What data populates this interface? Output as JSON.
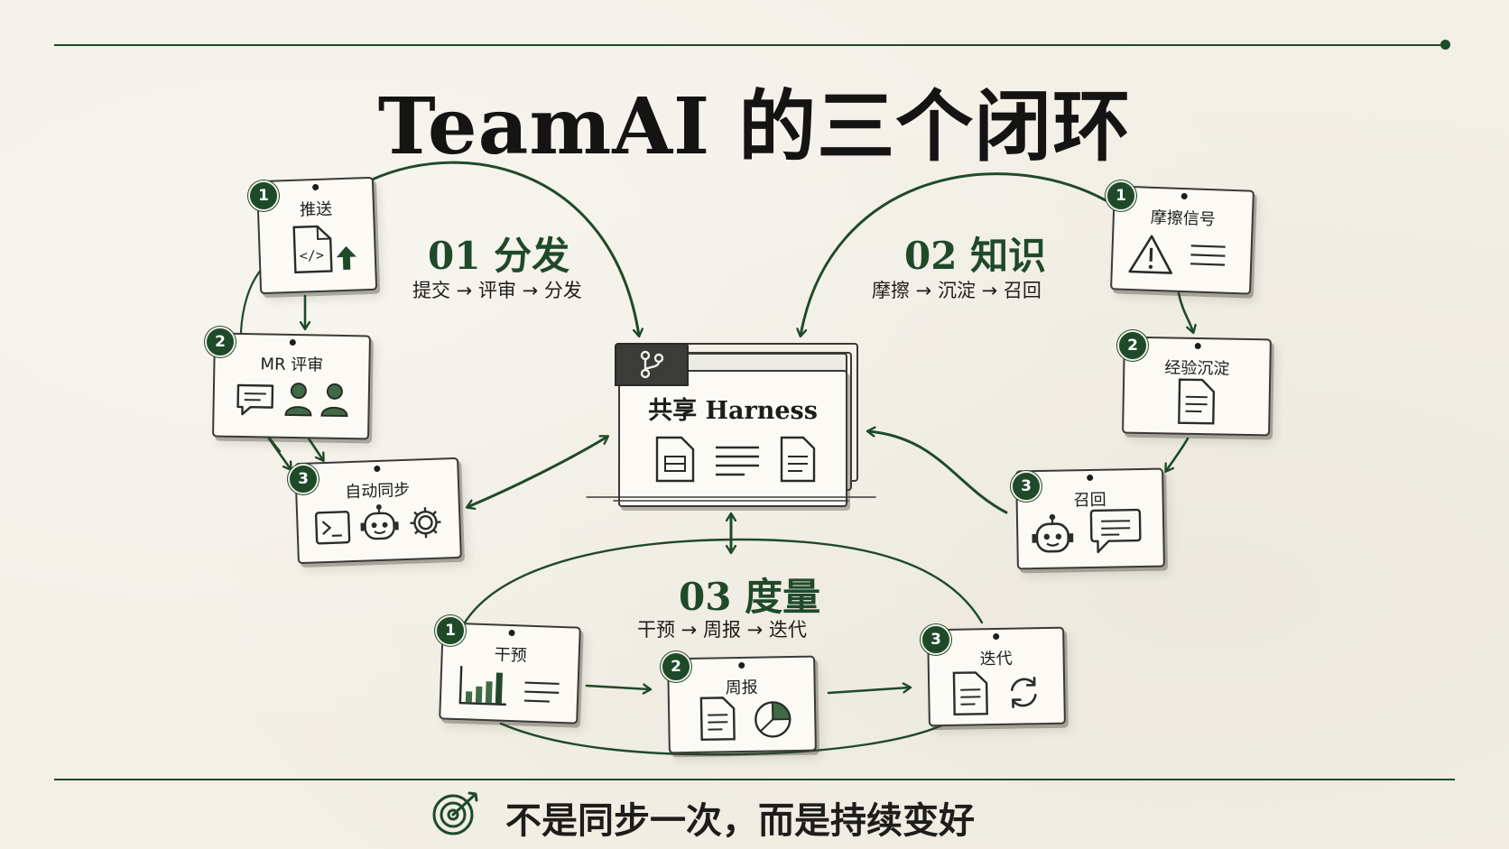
{
  "title": "TeamAI 的三个闭环",
  "colors": {
    "accent": "#1f4a2a",
    "paper": "#f2efe6",
    "ink": "#1d1d1b"
  },
  "hub": {
    "label": "共享 Harness",
    "tab_icon": "git-branch-icon",
    "icons": [
      "layout-doc-icon",
      "text-lines-icon",
      "document-icon"
    ]
  },
  "loops": [
    {
      "title": "01 分发",
      "flow": "提交 → 评审 → 分发",
      "steps": [
        {
          "num": "1",
          "label": "推送",
          "icons": [
            "code-file-icon",
            "upload-arrow-icon"
          ]
        },
        {
          "num": "2",
          "label": "MR 评审",
          "icons": [
            "comment-icon",
            "user-icon",
            "user-icon"
          ]
        },
        {
          "num": "3",
          "label": "自动同步",
          "icons": [
            "terminal-icon",
            "robot-icon",
            "gear-icon"
          ]
        }
      ]
    },
    {
      "title": "02 知识",
      "flow": "摩擦 → 沉淀 → 召回",
      "steps": [
        {
          "num": "1",
          "label": "摩擦信号",
          "icons": [
            "warning-icon",
            "text-lines-icon"
          ]
        },
        {
          "num": "2",
          "label": "经验沉淀",
          "icons": [
            "document-icon"
          ]
        },
        {
          "num": "3",
          "label": "召回",
          "icons": [
            "robot-icon",
            "chat-bubble-icon"
          ]
        }
      ]
    },
    {
      "title": "03 度量",
      "flow": "干预 → 周报 → 迭代",
      "steps": [
        {
          "num": "1",
          "label": "干预",
          "icons": [
            "bar-chart-icon",
            "text-lines-icon"
          ]
        },
        {
          "num": "2",
          "label": "周报",
          "icons": [
            "document-icon",
            "pie-chart-icon"
          ]
        },
        {
          "num": "3",
          "label": "迭代",
          "icons": [
            "document-icon",
            "refresh-icon"
          ]
        }
      ]
    }
  ],
  "tagline": "不是同步一次，而是持续变好",
  "tagline_icon": "target-icon"
}
